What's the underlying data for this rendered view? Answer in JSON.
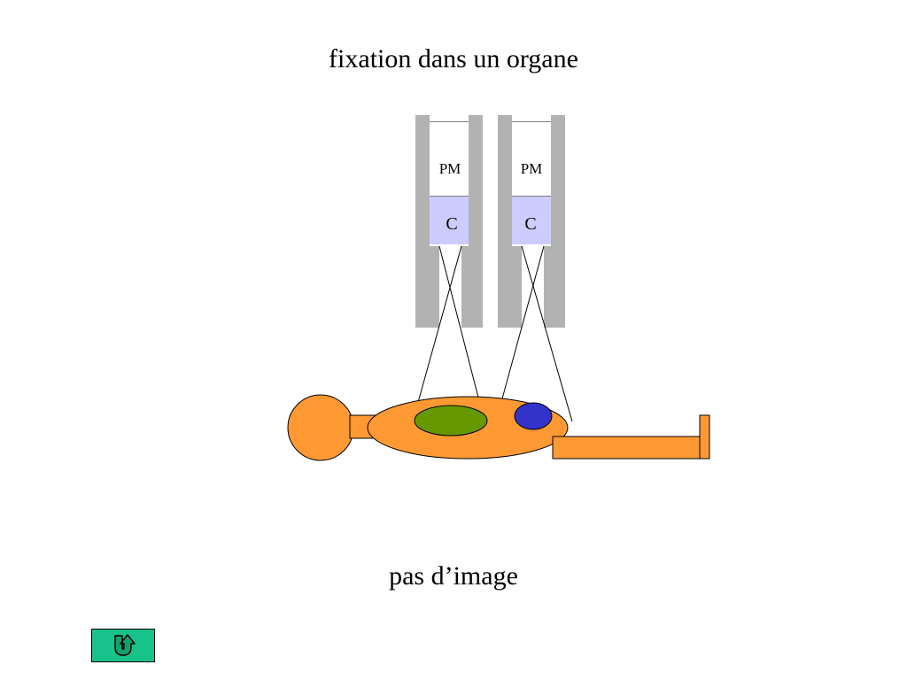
{
  "slide": {
    "title": "fixation dans un organe",
    "caption": "pas d’image"
  },
  "detectors": [
    {
      "pm_label": "PM",
      "crystal_label": "C"
    },
    {
      "pm_label": "PM",
      "crystal_label": "C"
    }
  ],
  "colors": {
    "collimator": "#b2b2b2",
    "crystal": "#ccccff",
    "body": "#ff9933",
    "organ": "#669900",
    "tumor": "#3333cc",
    "button": "#19c28a"
  },
  "navigation": {
    "back_icon": "u-turn-arrow-icon"
  }
}
